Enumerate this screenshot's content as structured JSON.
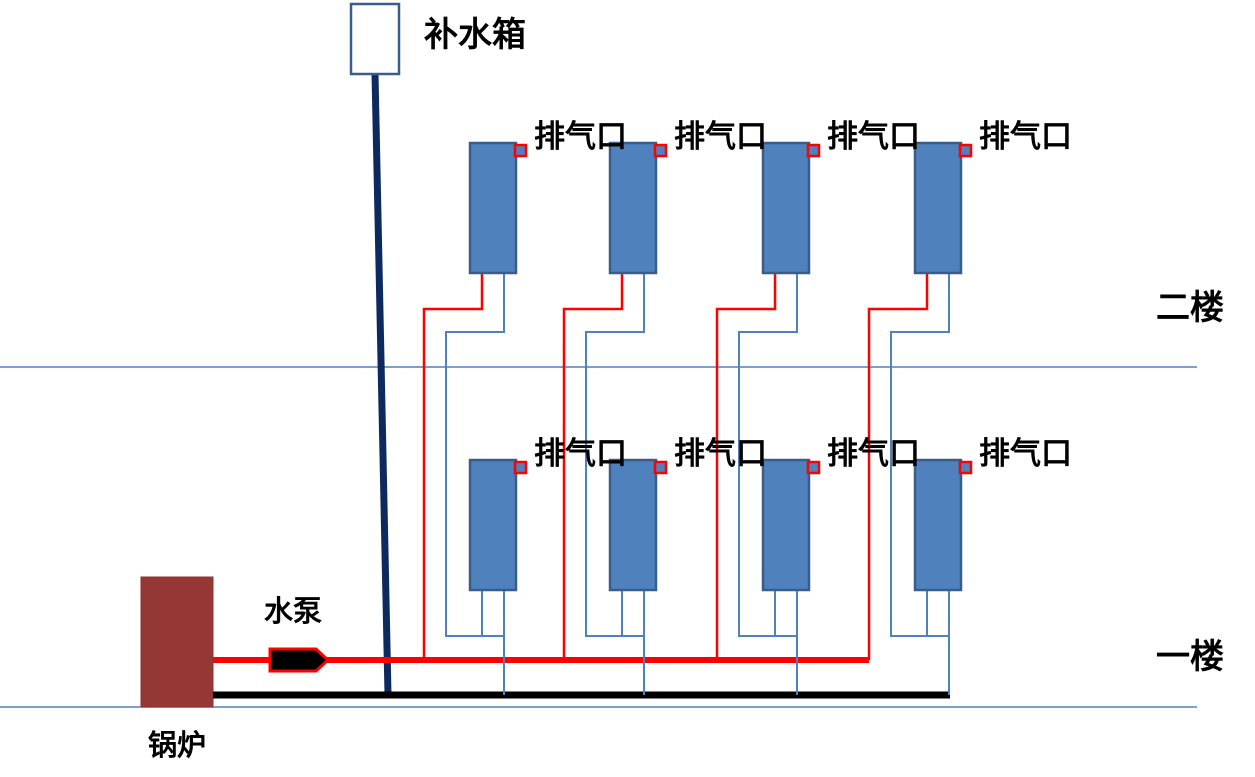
{
  "labels": {
    "tank": "补水箱",
    "pump": "水泵",
    "boiler": "锅炉",
    "floor2": "二楼",
    "floor1": "一楼",
    "vent": "排气口"
  },
  "colors": {
    "supply_pipe": "#ff0000",
    "return_pipe": "#000000",
    "tank_pipe": "#0d2a5e",
    "radiator_fill": "#4f81bd",
    "radiator_border": "#385d8a",
    "boiler_fill": "#953735",
    "floor_line": "#4f81bd",
    "vent_border": "#ff0000",
    "vent_fill": "#4f81bd",
    "return_branch": "#4f81bd"
  }
}
